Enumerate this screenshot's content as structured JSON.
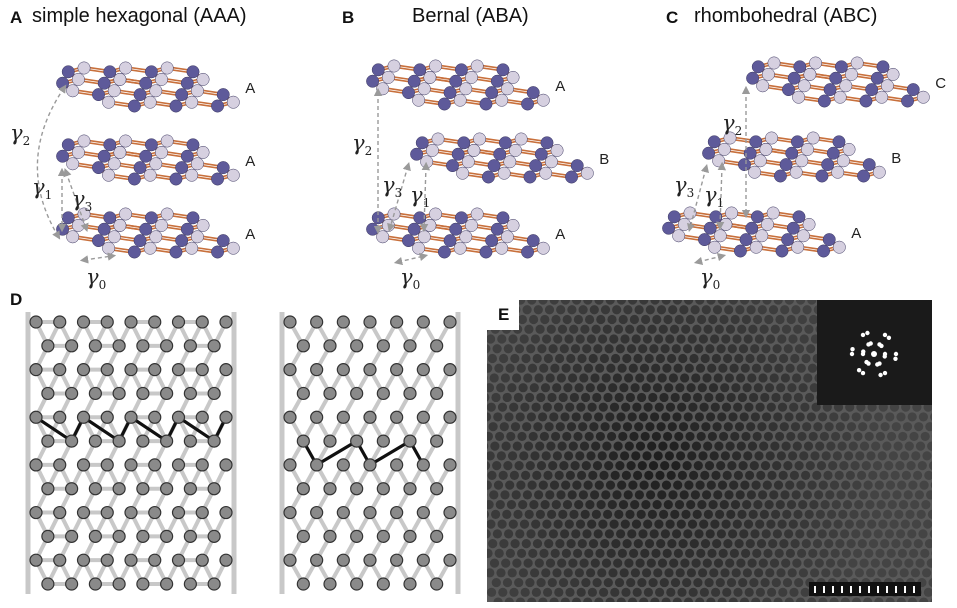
{
  "panels": {
    "A": {
      "letter": "A",
      "title": "simple hexagonal (AAA)",
      "layers": [
        "A",
        "A",
        "A"
      ]
    },
    "B": {
      "letter": "B",
      "title": "Bernal (ABA)",
      "layers": [
        "A",
        "B",
        "A"
      ]
    },
    "C": {
      "letter": "C",
      "title": "rhombohedral (ABC)",
      "layers": [
        "C",
        "B",
        "A"
      ]
    },
    "D": {
      "letter": "D"
    },
    "E": {
      "letter": "E"
    }
  },
  "hopping": {
    "symbol": "γ",
    "subscripts": [
      "0",
      "1",
      "2",
      "3"
    ]
  },
  "colors": {
    "atom_dark": "#5e5a9a",
    "atom_light": "#d6d0e0",
    "bond": "#c8703c",
    "arrow": "#9a9a9a",
    "tube_atom": "#8a8a8a",
    "tube_bond": "#c8c8c8",
    "path": "#111111",
    "tem_background": "#5a5a5a",
    "tem_spot": "#1e1e1e",
    "fft_background": "#1a1a1a",
    "fft_spot": "#ffffff"
  }
}
